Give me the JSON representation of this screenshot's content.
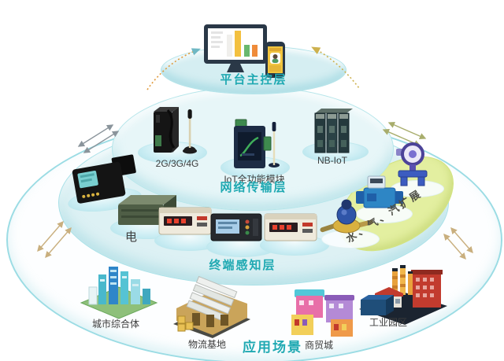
{
  "layers": {
    "platform": {
      "label": "平台主控层"
    },
    "network": {
      "label": "网络传输层",
      "devices": [
        {
          "id": "cellular-gateway",
          "label": "2G/3G/4G"
        },
        {
          "id": "iot-module",
          "label": "IoT全功能模块"
        },
        {
          "id": "nb-iot-rack",
          "label": "NB-IoT"
        }
      ]
    },
    "perception": {
      "label": "终端感知层",
      "electric_label": "电",
      "extension_label": "水、气、汽扩展"
    },
    "application": {
      "label": "应用场景",
      "scenes": [
        {
          "id": "city-complex",
          "label": "城市综合体"
        },
        {
          "id": "logistics-base",
          "label": "物流基地"
        },
        {
          "id": "trade-mall",
          "label": "商贸城"
        },
        {
          "id": "industrial-park",
          "label": "工业园区"
        }
      ]
    }
  },
  "colors": {
    "layer_label": "#1fa9b2",
    "tier_fill": "#ddf1f4",
    "tier_border": "#9bdce4",
    "extension_fill": "#e3efa0",
    "device_label": "#3c3c3c",
    "arrow_grey": "#8a949b",
    "arrow_tan": "#c9af7e",
    "arrow_olive": "#a8ad6c",
    "dotted_orange": "#e09a3c",
    "dotted_gold": "#cdb14e"
  }
}
